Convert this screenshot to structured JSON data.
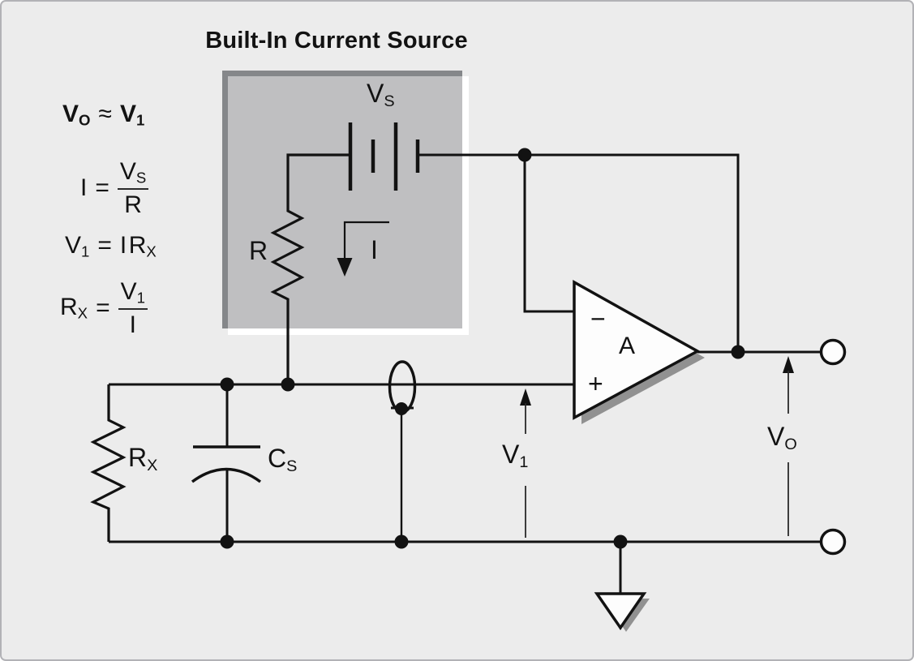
{
  "title": "Built-In Current Source",
  "equations": {
    "eq1": {
      "lhs_base": "V",
      "lhs_sub": "O",
      "op": "≈",
      "rhs_base": "V",
      "rhs_sub": "1"
    },
    "eq2": {
      "lhs": "I",
      "op": "=",
      "num_base": "V",
      "num_sub": "S",
      "den": "R"
    },
    "eq3": {
      "lhs_base": "V",
      "lhs_sub": "1",
      "op": "=",
      "rhs_coeff": "I",
      "rhs_base": "R",
      "rhs_sub": "X"
    },
    "eq4": {
      "lhs_base": "R",
      "lhs_sub": "X",
      "op": "=",
      "num_base": "V",
      "num_sub": "1",
      "den": "I"
    }
  },
  "labels": {
    "battery": {
      "base": "V",
      "sub": "S"
    },
    "box_resistor": "R",
    "current": "I",
    "sense_resistor": {
      "base": "R",
      "sub": "X"
    },
    "capacitor": {
      "base": "C",
      "sub": "S"
    },
    "input_voltage": {
      "base": "V",
      "sub": "1"
    },
    "output_voltage": {
      "base": "V",
      "sub": "O"
    },
    "opamp": {
      "gain": "A",
      "inverting": "−",
      "noninverting": "+"
    }
  },
  "colors": {
    "background": "#ececec",
    "frame_border": "#b2b2b6",
    "box_fill": "#bfbfc1",
    "box_border": "#85878a",
    "box_highlight": "#ffffff",
    "line": "#121212",
    "shadow": "#919191"
  }
}
